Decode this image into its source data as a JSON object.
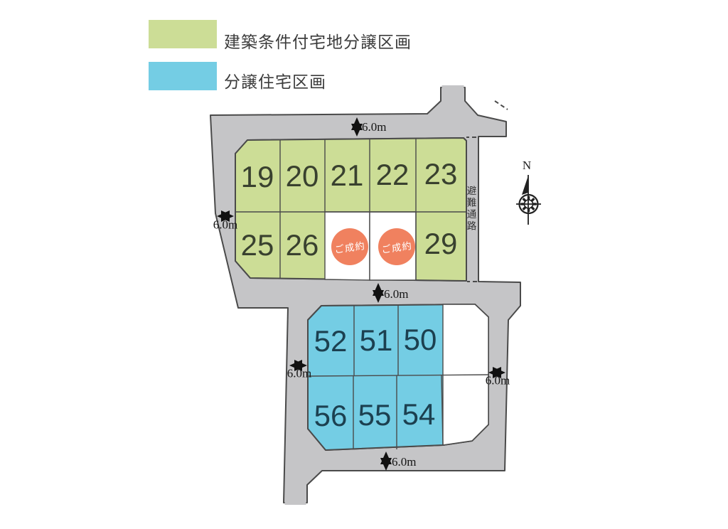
{
  "legend": {
    "items": [
      {
        "label": "建築条件付宅地分譲区画",
        "color": "#ccdd96"
      },
      {
        "label": "分譲住宅区画",
        "color": "#74cde4"
      }
    ]
  },
  "colors": {
    "road": "#c5c5c7",
    "outline": "#4a4a4a",
    "green_lot": "#ccdd96",
    "blue_lot": "#74cde4",
    "white_lot": "#ffffff",
    "sold_circle": "#f0815f",
    "green_lot_number": "#39412f",
    "blue_lot_number": "#1c4050"
  },
  "map": {
    "north_label": "N",
    "escape_corridor_label": "避難通路",
    "road_width_label": "6.0m",
    "sold_label": "ご成約",
    "green_block": {
      "row1": [
        "19",
        "20",
        "21",
        "22",
        "23"
      ],
      "row2": [
        "25",
        "26",
        "29"
      ]
    },
    "blue_block": {
      "row1": [
        "52",
        "51",
        "50"
      ],
      "row2": [
        "56",
        "55",
        "54"
      ]
    }
  }
}
